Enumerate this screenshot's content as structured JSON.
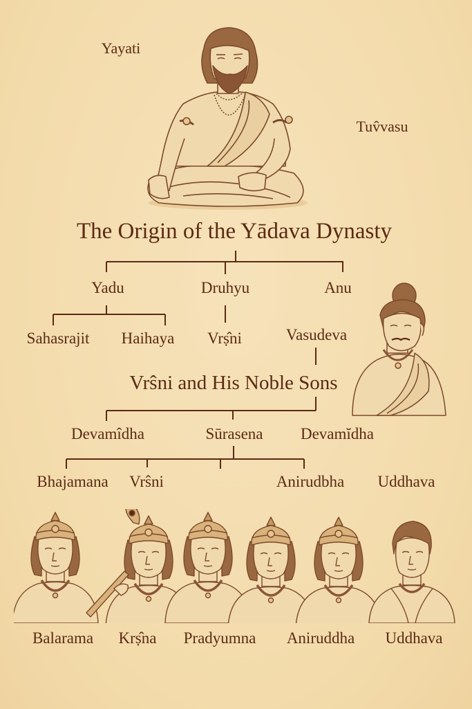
{
  "colors": {
    "background": "#f4ddb0",
    "ink": "#5a2a14",
    "line": "#5a2a14",
    "sketch_skin": "#f1d9ae",
    "sketch_stroke": "#7a4a2a",
    "sketch_hair": "#8a5535"
  },
  "top_labels": {
    "left": "Yayati",
    "right": "Tuv̂vasu"
  },
  "title": "The Origin of the Yādava Dynasty",
  "generation1": [
    {
      "name": "Yadu"
    },
    {
      "name": "Druhyu"
    },
    {
      "name": "Anu"
    }
  ],
  "generation2": [
    {
      "name": "Sahasrajit"
    },
    {
      "name": "Haihaya"
    },
    {
      "name": "Vrṣ̂ni"
    },
    {
      "name": "Vasudeva"
    }
  ],
  "section_title": "Vrŝni and His Noble Sons",
  "generation3": [
    {
      "name": "Devamîdha"
    },
    {
      "name": "Sūrasena"
    },
    {
      "name": "Devamĭdha"
    }
  ],
  "generation4": [
    {
      "name": "Bhajamana"
    },
    {
      "name": "Vrŝni"
    },
    {
      "name": "Anirudbha"
    },
    {
      "name": "Uddhava"
    }
  ],
  "portraits": [
    {
      "name": "Balarama",
      "icon": "crowned-youth-portrait"
    },
    {
      "name": "Krṣ̂na",
      "icon": "flute-player-portrait"
    },
    {
      "name": "Pradyumna",
      "icon": "crowned-youth-portrait"
    },
    {
      "name": "Aniruddha",
      "icon": "crowned-youth-portrait"
    },
    {
      "name": "Uddhava",
      "icon": "youth-portrait"
    }
  ],
  "illustrations": {
    "yayati": "seated-bearded-king-illustration",
    "vasudeva": "man-with-topknot-illustration"
  }
}
